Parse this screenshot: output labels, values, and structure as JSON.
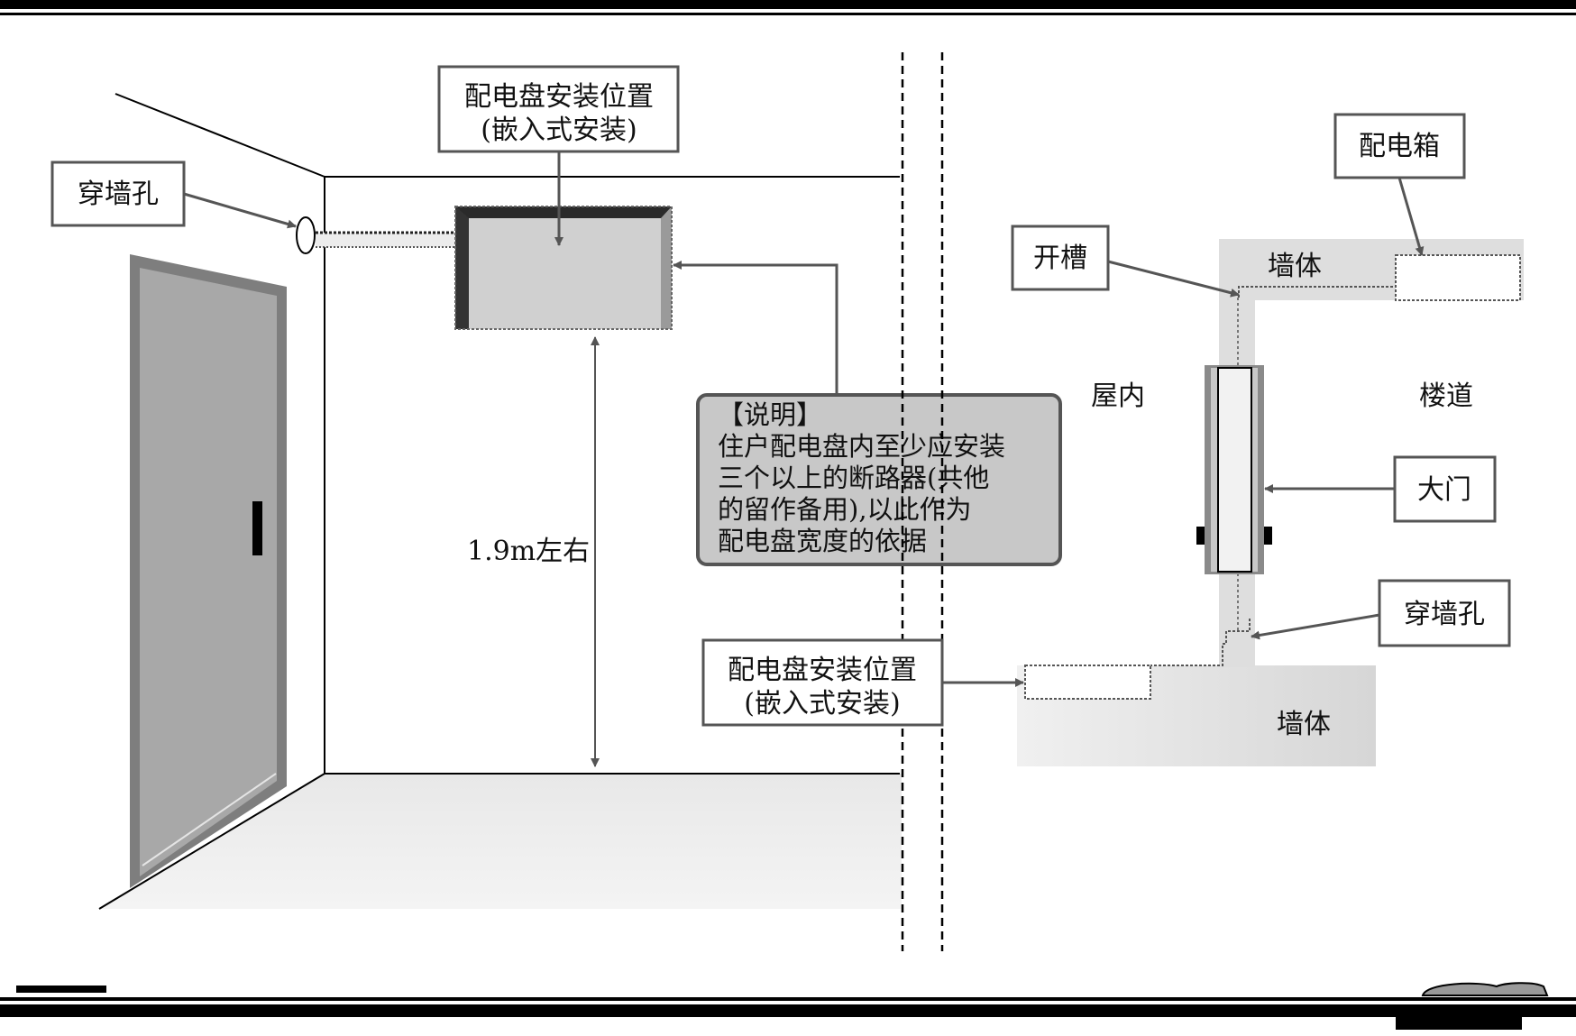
{
  "left_view": {
    "hole_label": "穿墙孔",
    "panel_label_line1": "配电盘安装位置",
    "panel_label_line2": "(嵌入式安装)",
    "height_label": "1.9m左右"
  },
  "note": {
    "title": "【说明】",
    "lines": [
      "住户配电盘内至少应安装",
      "三个以上的断路器(共他",
      "的留作备用),以此作为",
      "配电盘宽度的依据"
    ]
  },
  "right_view": {
    "box_label": "配电箱",
    "groove_label": "开槽",
    "wall_top_label": "墙体",
    "indoor_label": "屋内",
    "corridor_label": "楼道",
    "door_label": "大门",
    "hole_label": "穿墙孔",
    "panel_label_line1": "配电盘安装位置",
    "panel_label_line2": "(嵌入式安装)",
    "wall_bottom_label": "墙体"
  },
  "colors": {
    "box_fill": "#d0d0d0",
    "box_edge": "#5a5a5a",
    "door_fill": "#a8a8a8",
    "note_fill": "#c8c8c8",
    "wall_fill": "#dedede",
    "arrow": "#555555"
  }
}
